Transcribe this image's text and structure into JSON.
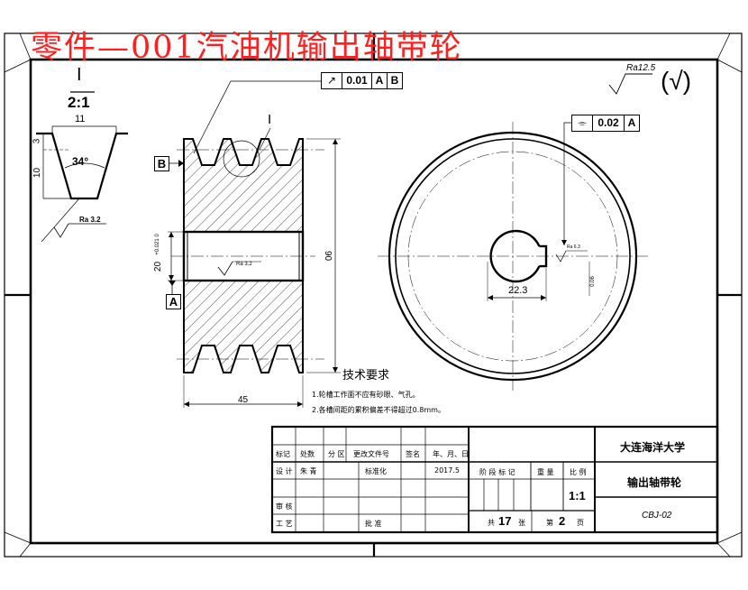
{
  "overlay": {
    "title": "零件—001汽油机输出轴带轮"
  },
  "detail": {
    "label": "I",
    "scale": "2:1",
    "top_width": "11",
    "depth": "3",
    "height": "10",
    "angle": "34°",
    "roughness": "Ra 3.2"
  },
  "view": {
    "detail_ref": "I",
    "datum_b": "B",
    "datum_a": "A",
    "runout": {
      "symbol": "↗",
      "value": "0.01",
      "datum1": "A",
      "datum2": "B"
    },
    "bore_dim": "20",
    "bore_tol": "+0.021 0",
    "bore_roughness": "Ra 3.2",
    "diameter_dim": "90",
    "width_dim": "45"
  },
  "side_view": {
    "symmetry": {
      "symbol": "⌯",
      "value": "0.02",
      "datum": "A"
    },
    "keyway_dim": "22.3",
    "keyway_tol": "0.06",
    "keyway_roughness": "Ra 6.3"
  },
  "surface_finish": {
    "value": "Ra12.5",
    "other": "(√)"
  },
  "notes": {
    "title": "技术要求",
    "lines": [
      "1.轮槽工作面不应有砂眼、气孔。",
      "2.各槽间距的累积偏差不得超过0.8mm。"
    ]
  },
  "title_block": {
    "university": "大连海洋大学",
    "part_name": "输出轴带轮",
    "drawing_no": "CBJ-02",
    "scale_value": "1:1",
    "sheets_total_prefix": "共",
    "sheets_total": "17",
    "sheets_total_suffix": "张",
    "sheet_no_prefix": "第",
    "sheet_no": "2",
    "sheet_no_suffix": "页",
    "date": "2017.5",
    "headers": [
      "标记",
      "处数",
      "分 区",
      "更改文件号",
      "签名",
      "年、月、日"
    ],
    "labels": {
      "design": "设 计",
      "designer": "朱 青",
      "standard": "标准化",
      "review": "审 核",
      "process": "工 艺",
      "approve": "批 准",
      "stage_mark": "阶 段 标 记",
      "weight": "重 量",
      "scale": "比 例"
    }
  }
}
